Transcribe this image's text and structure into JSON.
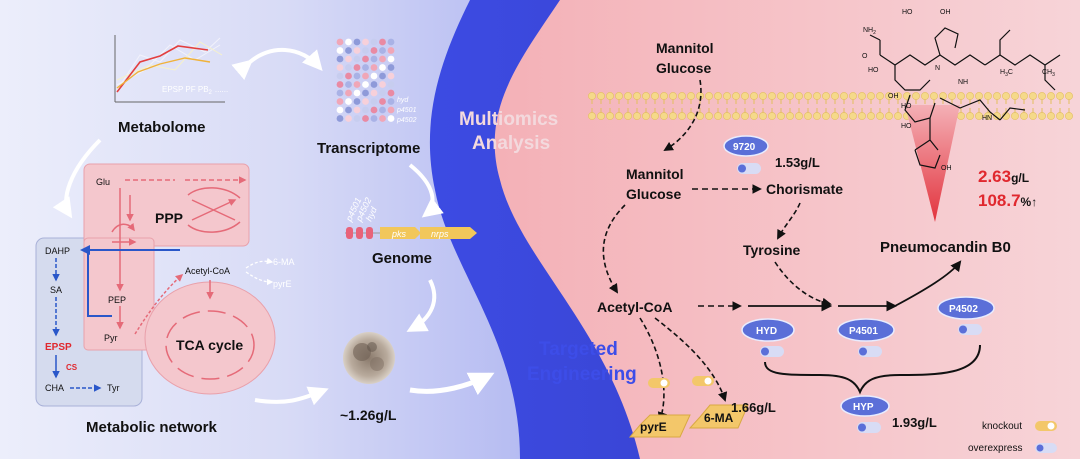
{
  "left_panel": {
    "metabolome": {
      "title": "Metabolome",
      "chart_legend": "EPSP  PF  PB",
      "chart_legend_sub": "2",
      "chart_legend_tail": "......"
    },
    "transcriptome": {
      "title": "Transcriptome",
      "genes": [
        "hyd",
        "p4501",
        "p4502"
      ]
    },
    "genome": {
      "title": "Genome",
      "genes": [
        "p4501",
        "p4502",
        "hyd"
      ],
      "arrows": [
        "pks",
        "nrps"
      ]
    },
    "network": {
      "title": "Metabolic network",
      "ppp": "PPP",
      "tca": "TCA cycle",
      "glu": "Glu",
      "pep": "PEP",
      "pyr": "Pyr",
      "acetyl": "Acetyl-CoA",
      "six_ma": "6-MA",
      "pyre": "pyrE",
      "dahp": "DAHP",
      "sa": "SA",
      "epsp": "EPSP",
      "cs": "CS",
      "cha": "CHA",
      "tyr": "Tyr"
    },
    "yield": "~1.26g/L"
  },
  "center": {
    "multiomics_line1": "Multiomics",
    "multiomics_line2": "Analysis",
    "targeted_line1": "Targeted",
    "targeted_line2": "Engineering"
  },
  "right_panel": {
    "top_feed": [
      "Mannitol",
      "Glucose"
    ],
    "inner_feed": [
      "Mannitol",
      "Glucose"
    ],
    "chorismate": "Chorismate",
    "tyrosine": "Tyrosine",
    "product": "Pneumocandin B0",
    "acetyl": "Acetyl-CoA",
    "pyre": "pyrE",
    "six_ma": "6-MA",
    "genes": {
      "g9720": "9720",
      "hyd": "HYD",
      "p4501": "P4501",
      "p4502": "P4502",
      "hyp": "HYP"
    },
    "yields": {
      "y9720": "1.53g/L",
      "y6ma": "1.66g/L",
      "yhyp": "1.93g/L"
    },
    "result": {
      "value": "2.63",
      "unit": "g/L",
      "increase": "108.7",
      "increase_unit": "%↑"
    },
    "structure_labels": {
      "nh2": "NH",
      "nh2_sub": "2",
      "o": "O",
      "ho": "HO",
      "oh": "OH",
      "nh": "NH",
      "hn": "HN",
      "n": "N",
      "h3c": "H",
      "h3c_sub": "3",
      "h3c_c": "C",
      "ch3": "CH",
      "ch3_sub": "3"
    },
    "legend": {
      "knockout": "knockout",
      "overexpress": "overexpress"
    }
  },
  "colors": {
    "left_bg": "#d9dcf6",
    "blue_band": "#3d4de8",
    "right_bg": "#f6c9cf",
    "red_text": "#e0282e",
    "pathway_pink": "#e56a78",
    "gene_blue": "#5b6fd8",
    "knockout_fill": "#f3c76a"
  }
}
